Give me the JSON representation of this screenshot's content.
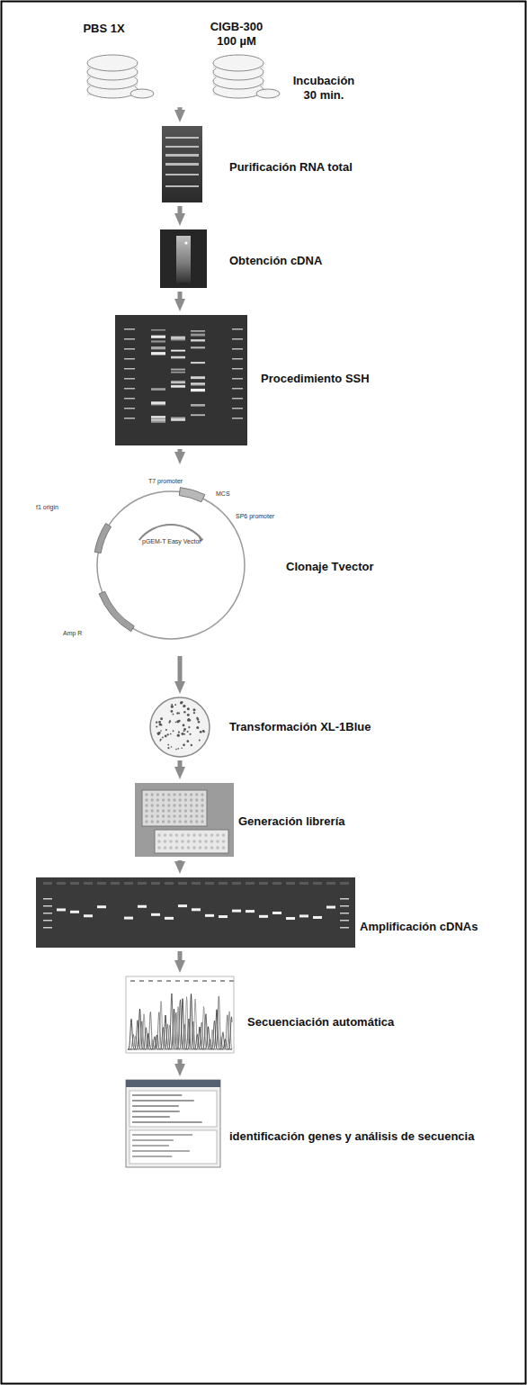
{
  "diagram": {
    "nodes": [
      {
        "text": [
          "PBS 1X",
          "CIGB-300 100 µM",
          "Incubación 30 min."
        ]
      },
      {
        "text": [
          "Purificación RNA total"
        ]
      },
      {
        "text": [
          "Obtención cDNA"
        ]
      },
      {
        "text": [
          "Procedimiento SSH"
        ]
      },
      {
        "text": [
          "Clonaje Tvector"
        ]
      },
      {
        "text": [
          "Transformación XL-1Blue"
        ]
      },
      {
        "text": [
          "Generación librería"
        ]
      },
      {
        "text": [
          "Amplificación cDNAs"
        ]
      },
      {
        "text": [
          "Secuenciación automática"
        ]
      },
      {
        "text": [
          "identificación genes y análisis de secuencia"
        ]
      }
    ],
    "edges": [
      {
        "from": 0,
        "to": 1,
        "arrow": "to"
      },
      {
        "from": 1,
        "to": 2,
        "arrow": "to"
      },
      {
        "from": 2,
        "to": 3,
        "arrow": "to"
      },
      {
        "from": 3,
        "to": 4,
        "arrow": "to"
      },
      {
        "from": 4,
        "to": 5,
        "arrow": "to"
      },
      {
        "from": 5,
        "to": 6,
        "arrow": "to"
      },
      {
        "from": 6,
        "to": 7,
        "arrow": "to"
      },
      {
        "from": 7,
        "to": 8,
        "arrow": "to"
      },
      {
        "from": 8,
        "to": 9,
        "arrow": "to"
      }
    ],
    "labels": [
      "pGEM-T Easy Vector",
      "T7 promoter",
      "MCS",
      "SP6 promoter",
      "f1 origin",
      "Amp R"
    ]
  }
}
